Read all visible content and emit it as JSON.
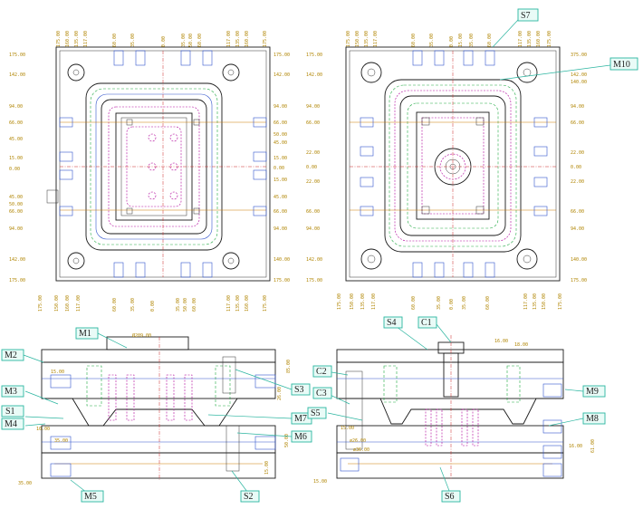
{
  "callouts": {
    "M1": "M1",
    "M2": "M2",
    "M3": "M3",
    "M4": "M4",
    "M5": "M5",
    "M6": "M6",
    "M7": "M7",
    "M8": "M8",
    "M9": "M9",
    "M10": "M10",
    "S1": "S1",
    "S2": "S2",
    "S3": "S3",
    "S4": "S4",
    "S5": "S5",
    "S6": "S6",
    "S7": "S7",
    "C1": "C1",
    "C2": "C2",
    "C3": "C3"
  },
  "top_left_view": {
    "top_dims": [
      "175.00",
      "160.00",
      "135.00",
      "117.00",
      "60.00",
      "35.00",
      "0.00",
      "35.00",
      "50.00",
      "60.00",
      "117.00",
      "135.00",
      "160.00",
      "175.00"
    ],
    "bottom_dims": [
      "175.00",
      "150.00",
      "160.00",
      "117.00",
      "60.00",
      "35.00",
      "0.00",
      "35.00",
      "50.00",
      "60.00",
      "117.00",
      "135.00",
      "160.00",
      "175.00"
    ],
    "left_dims": [
      "175.00",
      "142.00",
      "94.00",
      "66.00",
      "45.00",
      "15.00",
      "0.00",
      "45.00",
      "50.00",
      "66.00",
      "94.00",
      "142.00",
      "175.00"
    ],
    "right_dims": [
      "175.00",
      "142.00",
      "94.00",
      "66.00",
      "50.00",
      "45.00",
      "15.00",
      "0.00",
      "15.00",
      "45.00",
      "66.00",
      "94.00",
      "140.00",
      "175.00"
    ]
  },
  "top_right_view": {
    "top_dims": [
      "175.00",
      "150.00",
      "135.00",
      "117.00",
      "60.00",
      "35.00",
      "0.00",
      "15.00",
      "35.00",
      "60.00",
      "117.00",
      "135.00",
      "160.00",
      "175.00"
    ],
    "bottom_dims": [
      "175.00",
      "150.00",
      "135.00",
      "117.00",
      "60.00",
      "35.00",
      "0.00",
      "35.00",
      "60.00",
      "117.00",
      "135.00",
      "150.00",
      "175.00"
    ],
    "left_dims": [
      "175.00",
      "142.00",
      "94.00",
      "66.00",
      "22.00",
      "0.00",
      "22.00",
      "66.00",
      "94.00",
      "142.00",
      "175.00"
    ],
    "right_dims": [
      "375.00",
      "142.00",
      "140.00",
      "94.00",
      "66.00",
      "22.00",
      "0.00",
      "22.00",
      "66.00",
      "94.00",
      "140.00",
      "175.00"
    ]
  },
  "section_left": {
    "top_dim": "Ø209.00",
    "dims": [
      "15.00",
      "85.00",
      "26.00",
      "50.00",
      "35.00",
      "15.00",
      "35.00",
      "10.00"
    ]
  },
  "section_right": {
    "dims": [
      "16.00",
      "18.00",
      "ø26.00",
      "15.00",
      "16.00",
      "61.00",
      "15.00",
      "ø36.00"
    ]
  }
}
